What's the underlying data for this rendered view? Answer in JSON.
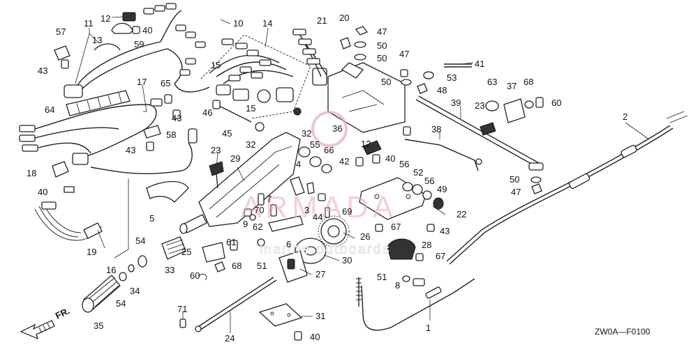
{
  "watermark": {
    "brand": "ARMADA",
    "tagline": "marine outboards"
  },
  "diagram_code": "ZW0A—F0100",
  "direction_marker": "FR.",
  "colors": {
    "watermark_pink": "#e9a7c3",
    "ink": "#111111",
    "background": "#ffffff"
  },
  "callouts": {
    "c1": "1",
    "c2": "2",
    "c3": "3",
    "c4": "4",
    "c5": "5",
    "c6": "6",
    "c7": "7",
    "c8": "8",
    "c9": "9",
    "c10": "10",
    "c11": "11",
    "c12a": "12",
    "c12b": "12",
    "c13": "13",
    "c14": "14",
    "c15a": "15",
    "c15b": "15",
    "c16": "16",
    "c17": "17",
    "c18": "18",
    "c19": "19",
    "c20": "20",
    "c21": "21",
    "c22": "22",
    "c23a": "23",
    "c23b": "23",
    "c24": "24",
    "c25": "25",
    "c26": "26",
    "c27": "27",
    "c28": "28",
    "c29": "29",
    "c30": "30",
    "c31": "31",
    "c32a": "32",
    "c32b": "32",
    "c33": "33",
    "c34": "34",
    "c35": "35",
    "c36": "36",
    "c37": "37",
    "c38": "38",
    "c39": "39",
    "c40a": "40",
    "c40b": "40",
    "c40c": "40",
    "c40d": "40",
    "c41": "41",
    "c42": "42",
    "c43a": "43",
    "c43b": "43",
    "c43c": "43",
    "c43d": "43",
    "c44": "44",
    "c45": "45",
    "c46": "46",
    "c47a": "47",
    "c47b": "47",
    "c47c": "47",
    "c48": "48",
    "c49": "49",
    "c50a": "50",
    "c50b": "50",
    "c50c": "50",
    "c50d": "50",
    "c51a": "51",
    "c51b": "51",
    "c52": "52",
    "c53": "53",
    "c54a": "54",
    "c54b": "54",
    "c55": "55",
    "c56a": "56",
    "c56b": "56",
    "c57": "57",
    "c58": "58",
    "c59": "59",
    "c60a": "60",
    "c60b": "60",
    "c61": "61",
    "c62": "62",
    "c63": "63",
    "c64": "64",
    "c65": "65",
    "c66": "66",
    "c67a": "67",
    "c67b": "67",
    "c68a": "68",
    "c68b": "68",
    "c69": "69",
    "c70": "70",
    "c71": "71"
  }
}
